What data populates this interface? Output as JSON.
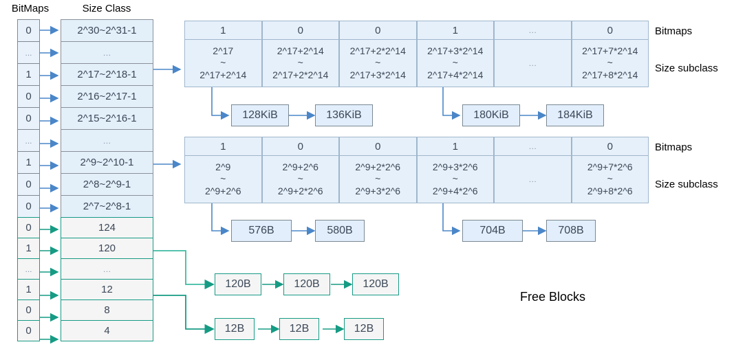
{
  "headers": {
    "bitmaps": "BitMaps",
    "size_class": "Size Class",
    "bitmaps_side": "Bitmaps",
    "size_subclass_side": "Size subclass",
    "free_blocks": "Free Blocks"
  },
  "colors": {
    "blue_fill": "#e3eff9",
    "blue_border": "#8a9099",
    "blue_arrow": "#4a86c8",
    "green_border": "#169b84",
    "green_fill": "#f5f5f5",
    "subclass_fill": "#e6f0fa",
    "subclass_border": "#9fb6cc",
    "text": "#3c4858"
  },
  "size_class_table": {
    "rows": [
      {
        "bit": "0",
        "label": "2^30~2^31-1",
        "style": "blue"
      },
      {
        "bit": "...",
        "label": "…",
        "style": "blue"
      },
      {
        "bit": "1",
        "label": "2^17~2^18-1",
        "style": "blue"
      },
      {
        "bit": "0",
        "label": "2^16~2^17-1",
        "style": "blue"
      },
      {
        "bit": "0",
        "label": "2^15~2^16-1",
        "style": "blue"
      },
      {
        "bit": "...",
        "label": "…",
        "style": "blue"
      },
      {
        "bit": "1",
        "label": "2^9~2^10-1",
        "style": "blue"
      },
      {
        "bit": "0",
        "label": "2^8~2^9-1",
        "style": "blue"
      },
      {
        "bit": "0",
        "label": "2^7~2^8-1",
        "style": "blue"
      },
      {
        "bit": "0",
        "label": "124",
        "style": "green"
      },
      {
        "bit": "1",
        "label": "120",
        "style": "green"
      },
      {
        "bit": "...",
        "label": "…",
        "style": "green"
      },
      {
        "bit": "1",
        "label": "12",
        "style": "green"
      },
      {
        "bit": "0",
        "label": "8",
        "style": "green"
      },
      {
        "bit": "0",
        "label": "4",
        "style": "green"
      }
    ]
  },
  "subclass_tables": [
    {
      "id": "large",
      "bits": [
        "1",
        "0",
        "0",
        "1",
        "…",
        "0"
      ],
      "subclasses": [
        {
          "from": "2^17",
          "tilde": "~",
          "to": "2^17+2^14"
        },
        {
          "from": "2^17+2^14",
          "tilde": "~",
          "to": "2^17+2*2^14"
        },
        {
          "from": "2^17+2*2^14",
          "tilde": "~",
          "to": "2^17+3*2^14"
        },
        {
          "from": "2^17+3*2^14",
          "tilde": "~",
          "to": "2^17+4*2^14"
        },
        {
          "from": "",
          "tilde": "…",
          "to": ""
        },
        {
          "from": "2^17+7*2^14",
          "tilde": "~",
          "to": "2^17+8*2^14"
        }
      ],
      "chains": [
        {
          "from_col": 0,
          "blocks": [
            "128KiB",
            "136KiB"
          ]
        },
        {
          "from_col": 3,
          "blocks": [
            "180KiB",
            "184KiB"
          ]
        }
      ]
    },
    {
      "id": "small",
      "bits": [
        "1",
        "0",
        "0",
        "1",
        "…",
        "0"
      ],
      "subclasses": [
        {
          "from": "2^9",
          "tilde": "~",
          "to": "2^9+2^6"
        },
        {
          "from": "2^9+2^6",
          "tilde": "~",
          "to": "2^9+2*2^6"
        },
        {
          "from": "2^9+2*2^6",
          "tilde": "~",
          "to": "2^9+3*2^6"
        },
        {
          "from": "2^9+3*2^6",
          "tilde": "~",
          "to": "2^9+4*2^6"
        },
        {
          "from": "",
          "tilde": "…",
          "to": ""
        },
        {
          "from": "2^9+7*2^6",
          "tilde": "~",
          "to": "2^9+8*2^6"
        }
      ],
      "chains": [
        {
          "from_col": 0,
          "blocks": [
            "576B",
            "580B"
          ]
        },
        {
          "from_col": 3,
          "blocks": [
            "704B",
            "708B"
          ]
        }
      ]
    }
  ],
  "free_chains": [
    {
      "source_row": 10,
      "blocks": [
        "120B",
        "120B",
        "120B"
      ]
    },
    {
      "source_row": 12,
      "blocks": [
        "12B",
        "12B",
        "12B"
      ]
    }
  ]
}
